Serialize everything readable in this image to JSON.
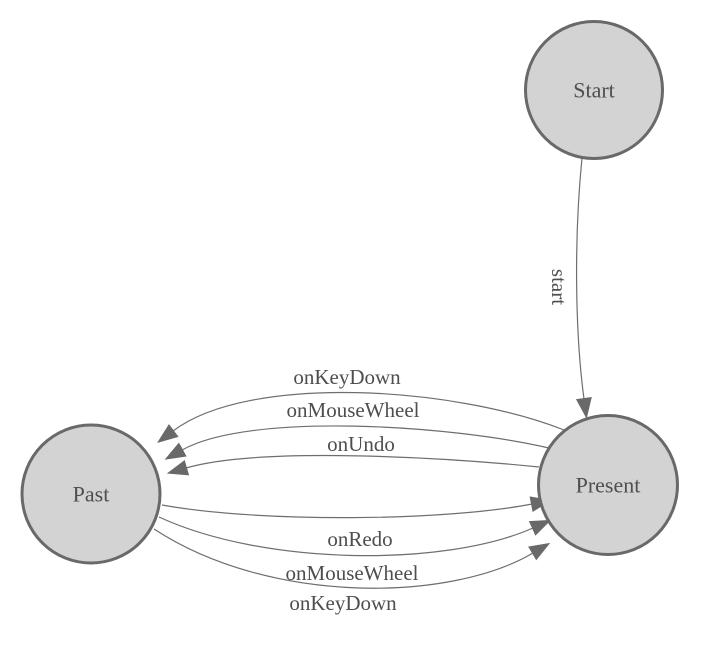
{
  "diagram": {
    "type": "state-machine-graph",
    "background_color": "#ffffff",
    "node_fill_color": "#d3d3d3",
    "node_border_color": "#696969",
    "edge_color": "#6e6e6e",
    "arrow_color": "#696969",
    "label_color": "#4e4e4e",
    "nodes": [
      {
        "id": "start",
        "label": "Start"
      },
      {
        "id": "present",
        "label": "Present"
      },
      {
        "id": "past",
        "label": "Past"
      }
    ],
    "edges": [
      {
        "from": "Start",
        "to": "Present",
        "label": "start"
      },
      {
        "from": "Present",
        "to": "Past",
        "label": "onKeyDown"
      },
      {
        "from": "Present",
        "to": "Past",
        "label": "onMouseWheel"
      },
      {
        "from": "Present",
        "to": "Past",
        "label": "onUndo"
      },
      {
        "from": "Past",
        "to": "Present",
        "label": "onRedo"
      },
      {
        "from": "Past",
        "to": "Present",
        "label": "onMouseWheel"
      },
      {
        "from": "Past",
        "to": "Present",
        "label": "onKeyDown"
      }
    ]
  }
}
